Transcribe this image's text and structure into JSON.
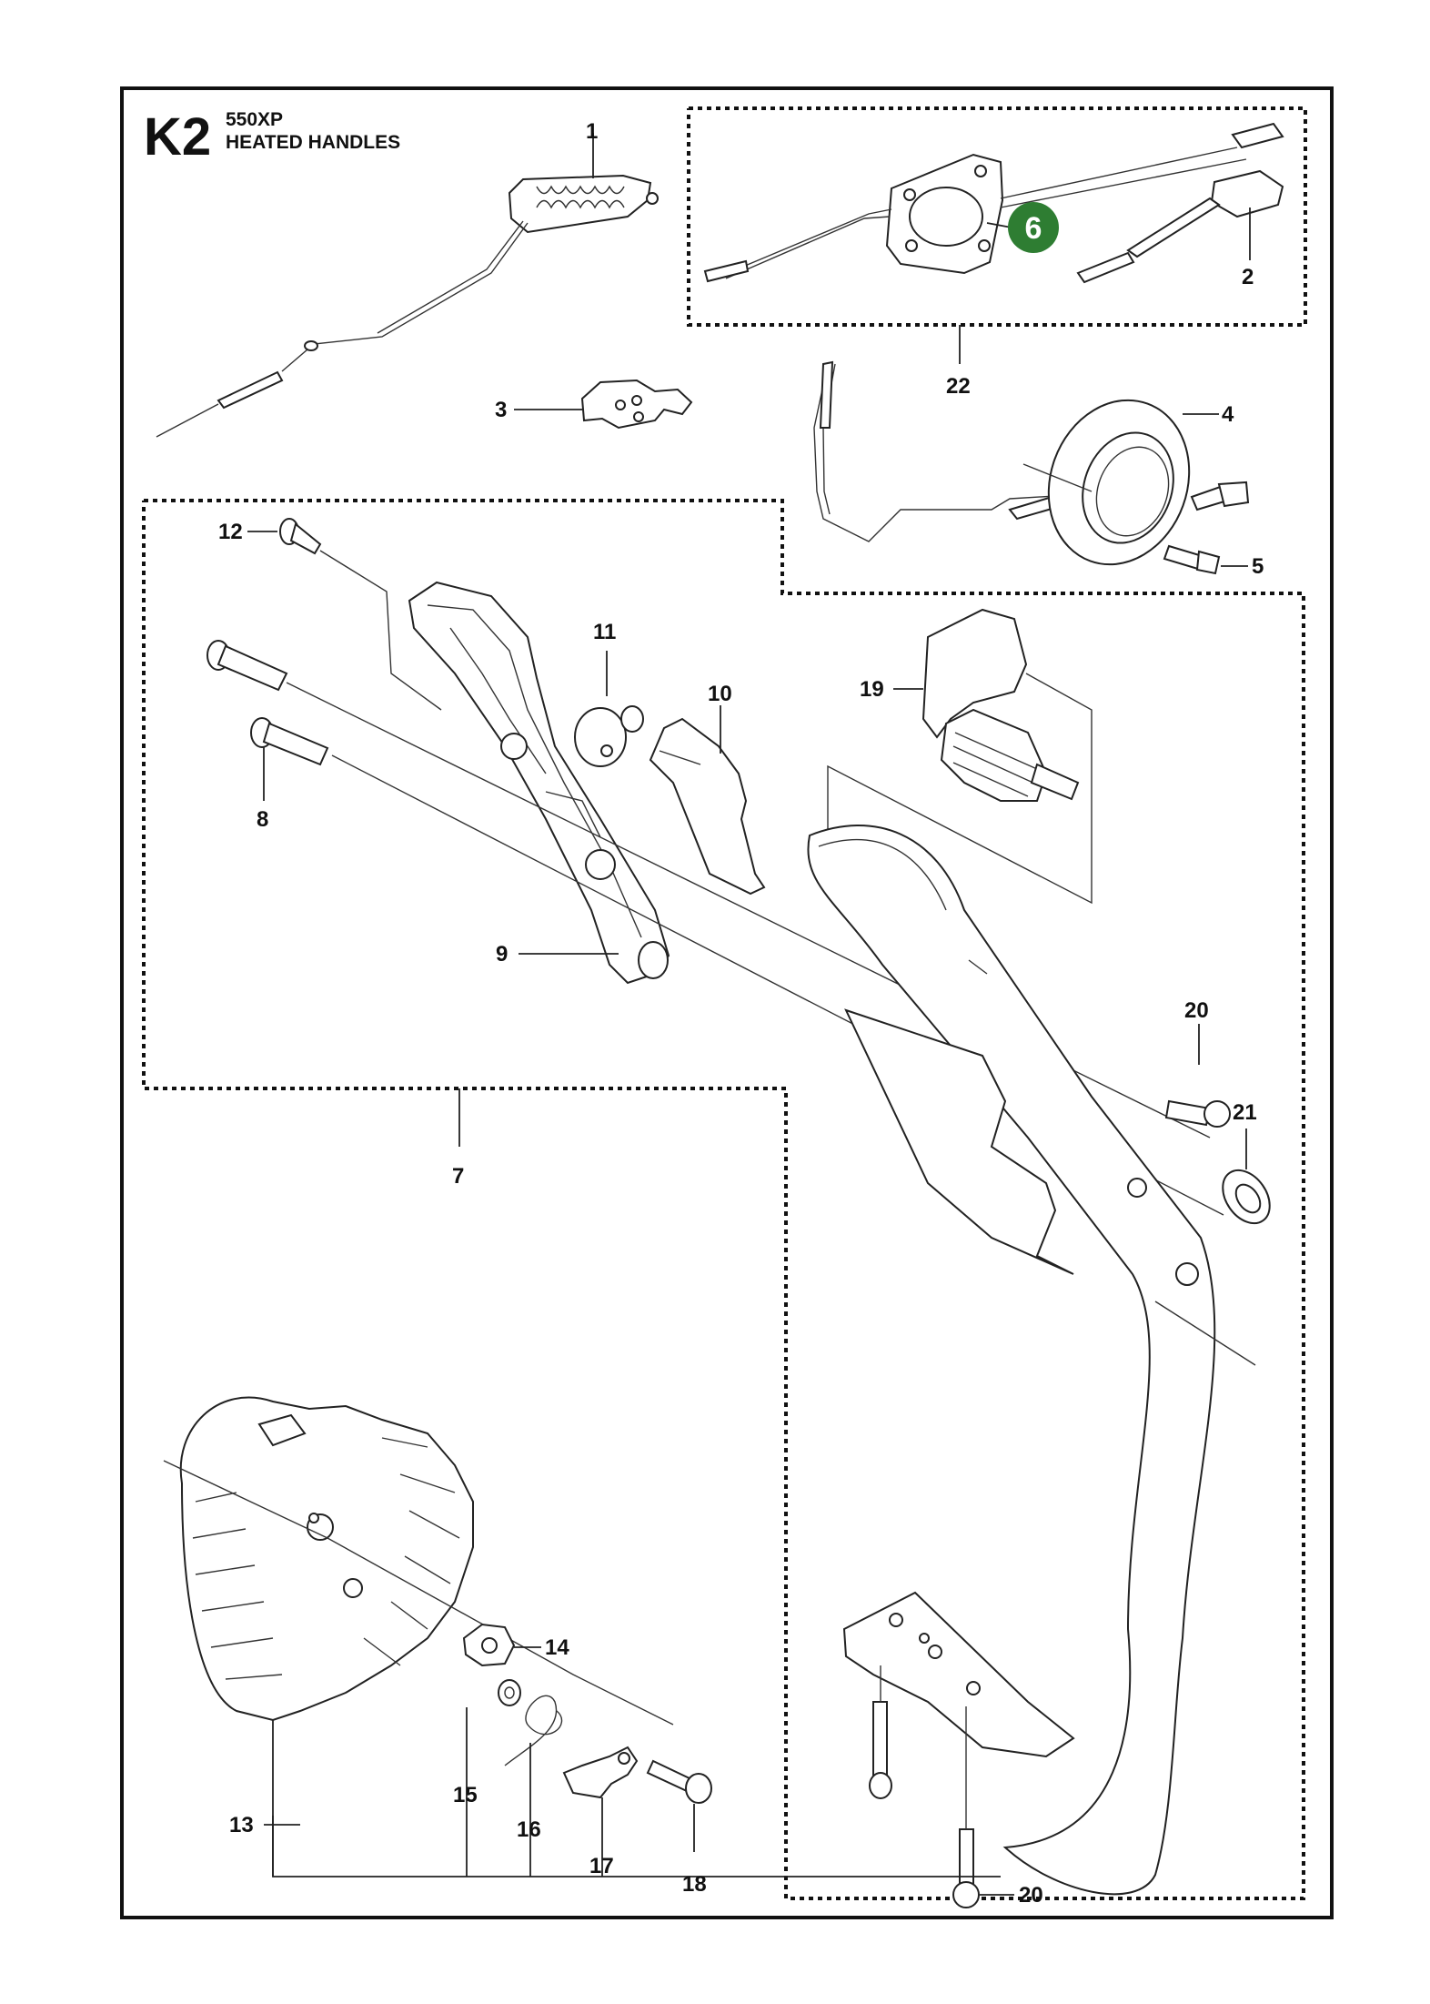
{
  "header": {
    "code": "K2",
    "model": "550XP",
    "title": "HEATED HANDLES"
  },
  "callouts": {
    "p1": "1",
    "p2": "2",
    "p3": "3",
    "p4": "4",
    "p5": "5",
    "p6": "6",
    "p7": "7",
    "p8": "8",
    "p9": "9",
    "p10": "10",
    "p11": "11",
    "p12": "12",
    "p13": "13",
    "p14": "14",
    "p15": "15",
    "p16": "16",
    "p17": "17",
    "p18": "18",
    "p19": "19",
    "p20a": "20",
    "p20b": "20",
    "p21": "21",
    "p22": "22"
  },
  "colors": {
    "frame": "#111111",
    "highlight_badge": "#2e7d32",
    "badge_text": "#ffffff"
  }
}
